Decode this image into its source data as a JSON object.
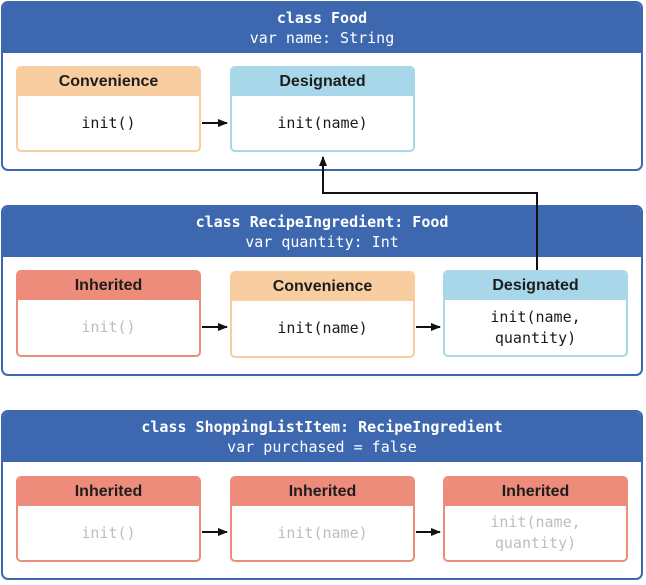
{
  "panels": [
    {
      "title": "class Food",
      "subtitle": "var name: String",
      "boxes": [
        {
          "kind": "Convenience",
          "init": "init()"
        },
        {
          "kind": "Designated",
          "init": "init(name)"
        }
      ]
    },
    {
      "title": "class RecipeIngredient: Food",
      "subtitle": "var quantity: Int",
      "boxes": [
        {
          "kind": "Inherited",
          "init": "init()"
        },
        {
          "kind": "Convenience",
          "init": "init(name)"
        },
        {
          "kind": "Designated",
          "init": "init(name,\nquantity)"
        }
      ]
    },
    {
      "title": "class ShoppingListItem: RecipeIngredient",
      "subtitle": "var purchased = false",
      "boxes": [
        {
          "kind": "Inherited",
          "init": "init()"
        },
        {
          "kind": "Inherited",
          "init": "init(name)"
        },
        {
          "kind": "Inherited",
          "init": "init(name,\nquantity)"
        }
      ]
    }
  ],
  "colors": {
    "panel_header": "#3d68b0",
    "convenience": "#f8cda0",
    "designated": "#a9d7ea",
    "inherited": "#ed8c7b",
    "arrow": "#111111"
  }
}
